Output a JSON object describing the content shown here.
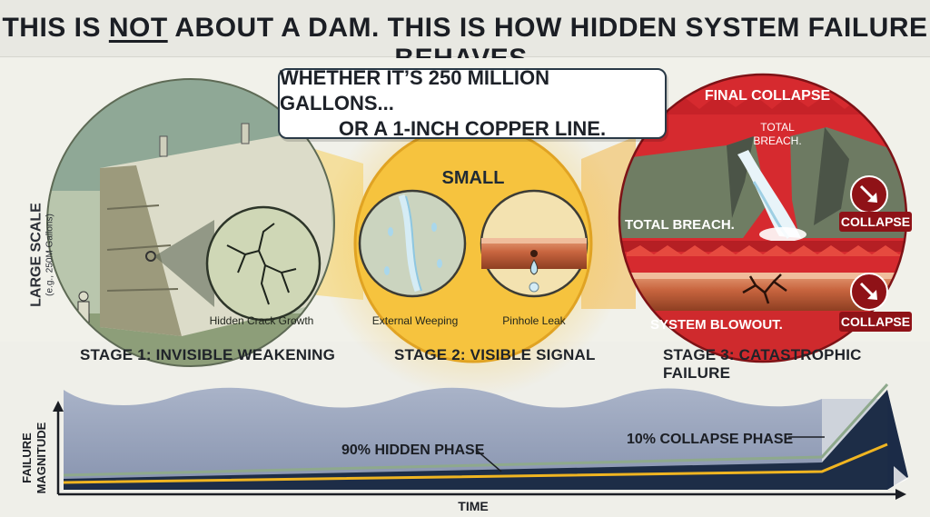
{
  "header": {
    "title_before": "THIS IS ",
    "title_emphasis": "NOT",
    "title_after": " ABOUT A DAM. THIS IS HOW HIDDEN SYSTEM FAILURE BEHAVES."
  },
  "callout": {
    "line1": "WHETHER IT’S 250 MILLION GALLONS...",
    "line2": "OR A 1-INCH COPPER LINE."
  },
  "scale": {
    "large_label": "LARGE SCALE",
    "large_sub": "(e.g., 250M Gallons)",
    "small_label": "SMALL"
  },
  "stages": [
    {
      "label": "STAGE 1: INVISIBLE WEAKENING"
    },
    {
      "label": "STAGE 2: VISIBLE SIGNAL"
    },
    {
      "label": "STAGE 3: CATASTROPHIC FAILURE"
    }
  ],
  "panel1": {
    "inset_label": "Hidden Crack Growth"
  },
  "panel2": {
    "left_label": "External Weeping",
    "right_label": "Pinhole Leak"
  },
  "panel3": {
    "header": "FINAL COLLAPSE",
    "breach_top": "TOTAL",
    "breach_bottom": "BREACH.",
    "top_caption": "TOTAL BREACH.",
    "top_badge": "COLLAPSE",
    "bottom_caption": "SYSTEM BLOWOUT.",
    "bottom_badge": "COLLAPSE"
  },
  "graph": {
    "y_label_1": "FAILURE",
    "y_label_2": "MAGNITUDE",
    "x_label": "TIME",
    "hidden_phase": "90% HIDDEN PHASE",
    "collapse_phase": "10% COLLAPSE PHASE"
  },
  "colors": {
    "dark_navy": "#1d2d47",
    "accent_yellow": "#f0b521",
    "alert_red": "#d8262b",
    "graph_bg": "#9aa5bd"
  }
}
